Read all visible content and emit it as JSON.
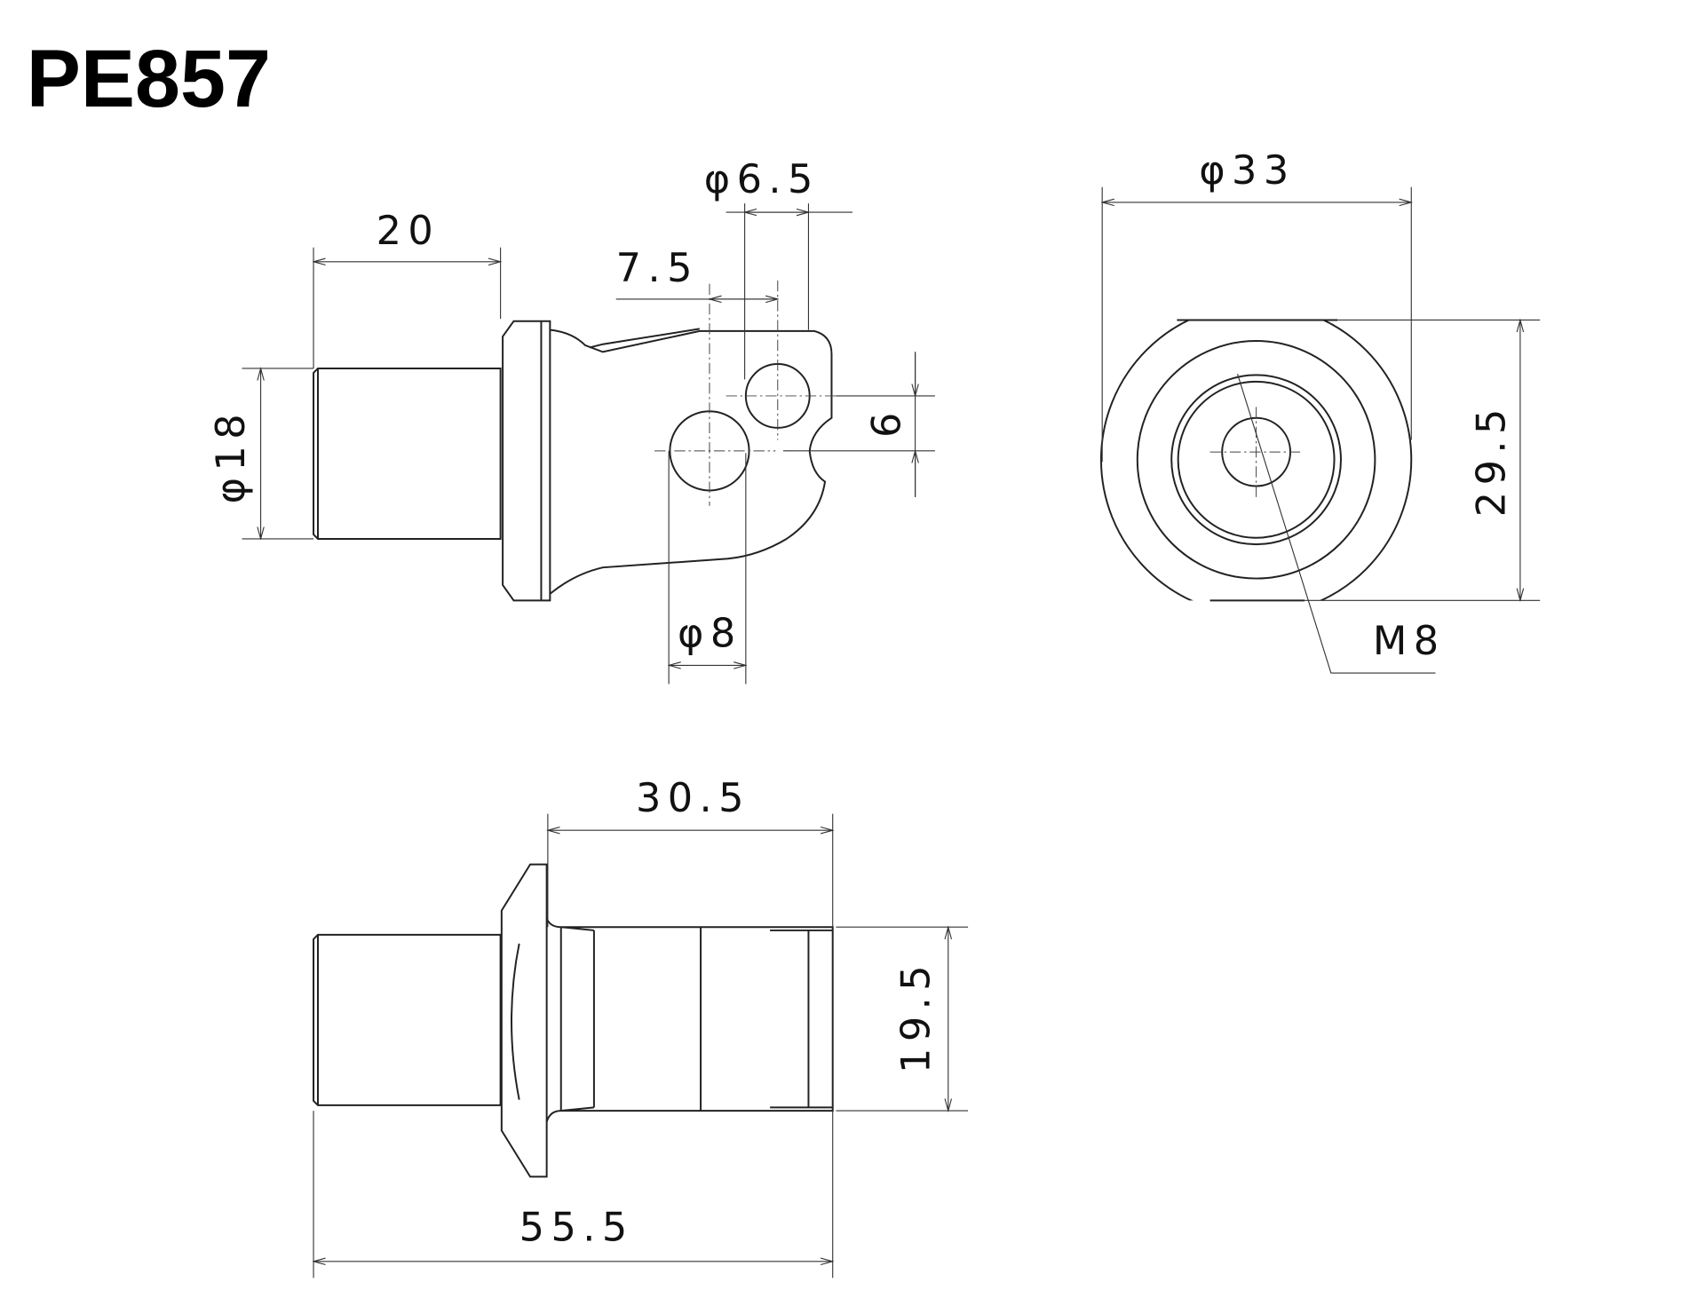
{
  "title": "PE857",
  "side_view": {
    "length_shaft": "20",
    "diameter_shaft": "φ18",
    "offset_holes": "7.5",
    "diameter_small_hole": "φ6.5",
    "hole_vertical_offset": "6",
    "diameter_large_hole": "φ8"
  },
  "end_view": {
    "diameter_flange": "φ33",
    "height_flat": "29.5",
    "thread": "M8"
  },
  "bottom_view": {
    "length_body": "30.5",
    "height_body": "19.5",
    "overall_length": "55.5"
  }
}
